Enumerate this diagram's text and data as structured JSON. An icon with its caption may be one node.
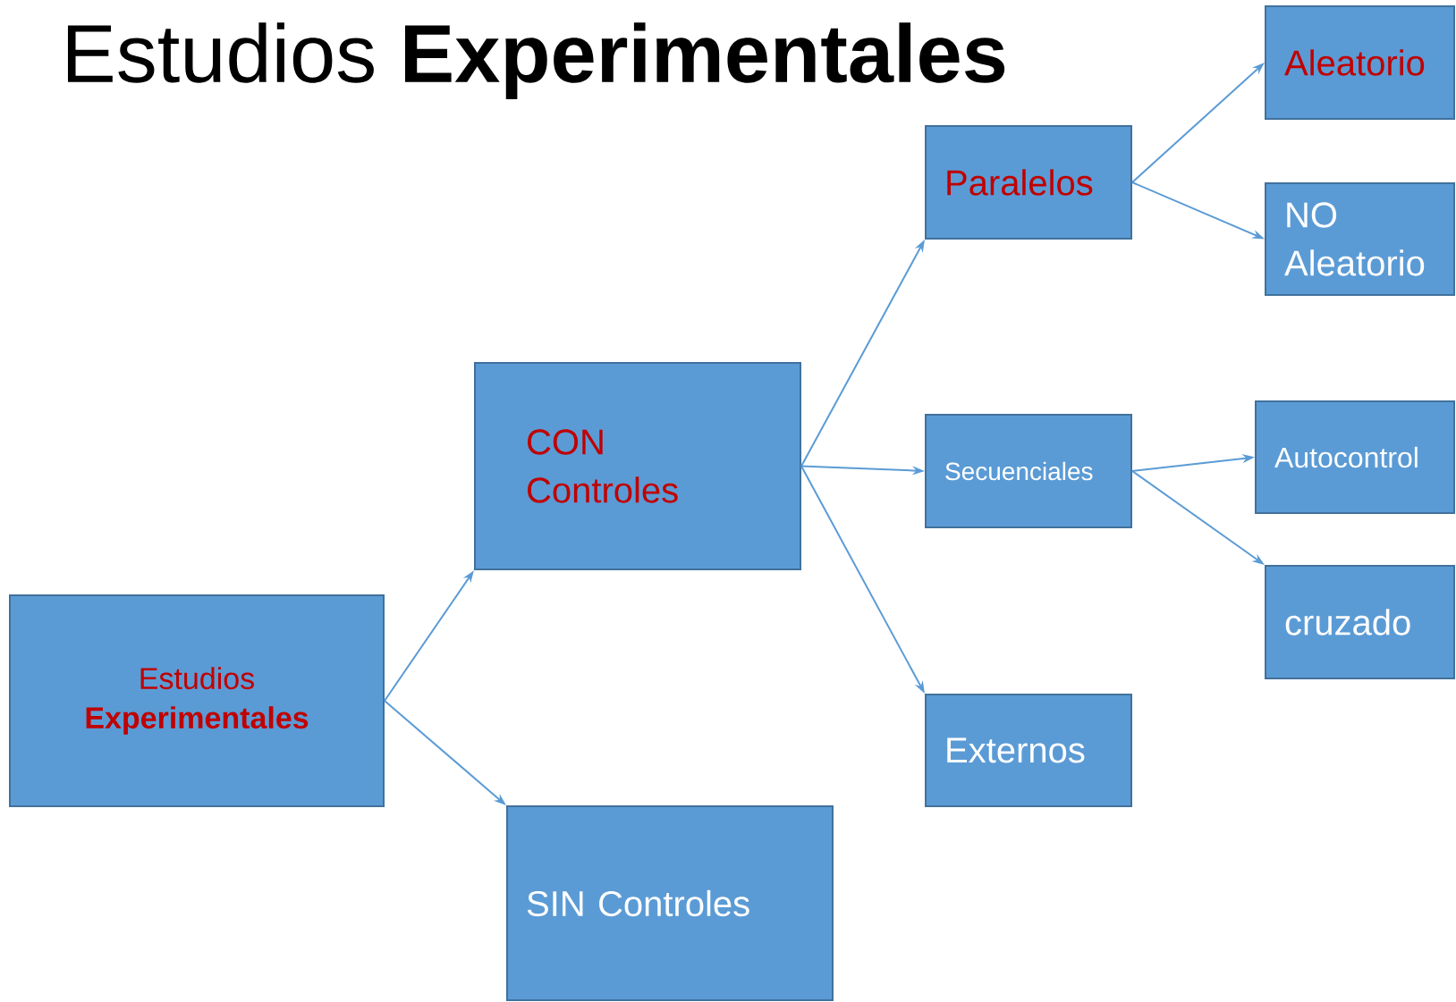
{
  "diagram": {
    "title": "Estudios **Experimentales**",
    "nodes": [
      {
        "text": [
          "Estudios **Experimentales**"
        ]
      },
      {
        "text": [
          "CON Controles"
        ]
      },
      {
        "text": [
          "SIN Controles"
        ]
      },
      {
        "text": [
          "Paralelos"
        ]
      },
      {
        "text": [
          "Secuenciales"
        ]
      },
      {
        "text": [
          "Externos"
        ]
      },
      {
        "text": [
          "Aleatorio"
        ]
      },
      {
        "text": [
          "NO Aleatorio"
        ]
      },
      {
        "text": [
          "Autocontrol"
        ]
      },
      {
        "text": [
          "cruzado"
        ]
      }
    ],
    "edges": [
      {
        "from": 0,
        "to": 1,
        "arrow": "to"
      },
      {
        "from": 0,
        "to": 2,
        "arrow": "to"
      },
      {
        "from": 1,
        "to": 3,
        "arrow": "to"
      },
      {
        "from": 1,
        "to": 4,
        "arrow": "to"
      },
      {
        "from": 1,
        "to": 5,
        "arrow": "to"
      },
      {
        "from": 3,
        "to": 6,
        "arrow": "to"
      },
      {
        "from": 3,
        "to": 7,
        "arrow": "to"
      },
      {
        "from": 4,
        "to": 8,
        "arrow": "to"
      },
      {
        "from": 4,
        "to": 9,
        "arrow": "to"
      }
    ]
  }
}
